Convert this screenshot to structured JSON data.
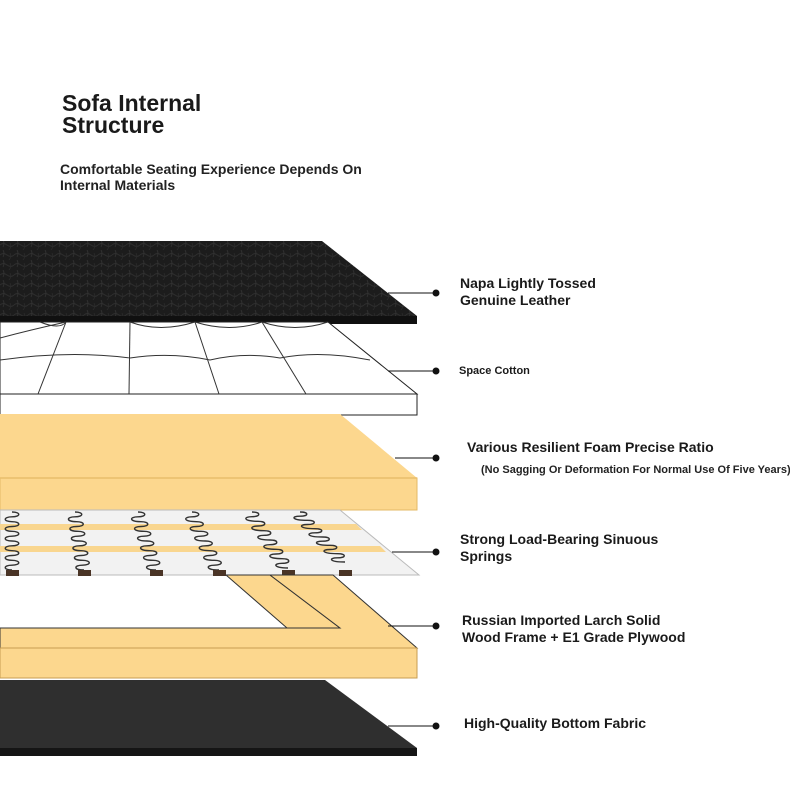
{
  "header": {
    "title_line1": "Sofa Internal",
    "title_line2": "Structure",
    "subtitle_line1": "Comfortable Seating Experience Depends On",
    "subtitle_line2": "Internal Materials"
  },
  "layers": [
    {
      "id": "leather",
      "line1": "Napa Lightly Tossed",
      "line2": "Genuine Leather"
    },
    {
      "id": "cotton",
      "line1": "Space Cotton"
    },
    {
      "id": "foam",
      "line1": "Various Resilient Foam Precise Ratio",
      "note": "(No Sagging Or Deformation For Normal Use Of Five Years)"
    },
    {
      "id": "springs",
      "line1": "Strong Load-Bearing Sinuous",
      "line2": "Springs"
    },
    {
      "id": "frame",
      "line1": "Russian Imported Larch Solid",
      "line2": "Wood Frame + E1 Grade Plywood"
    },
    {
      "id": "bottom",
      "line1": "High-Quality Bottom Fabric"
    }
  ],
  "colors": {
    "leather": "#1c1c1c",
    "cotton": "#ffffff",
    "foam": "#fcd78e",
    "spring_board": "#f2f2f2",
    "spring_stripe": "#f9d68f",
    "frame": "#fcd78e",
    "bottom": "#2f2f2f"
  }
}
